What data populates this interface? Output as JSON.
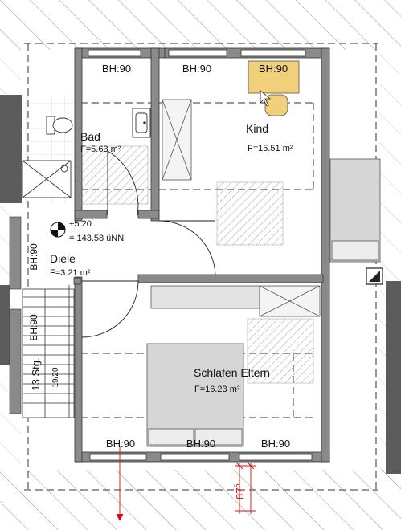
{
  "colors": {
    "wall": "#8a8a8a",
    "wall_dark": "#5c5c5c",
    "line": "#222222",
    "hatch": "#9a9a9a",
    "furniture": "#d6d6d6",
    "desk_fill": "#f2cf7a",
    "dimension_red": "#d01010",
    "background": "#ffffff"
  },
  "rooms": {
    "bad": {
      "name": "Bad",
      "area": "F=5.63 m²"
    },
    "kind": {
      "name": "Kind",
      "area": "F=15.51 m²"
    },
    "diele": {
      "name": "Diele",
      "area": "F=3.21 m²"
    },
    "schlafen": {
      "name": "Schlafen Eltern",
      "area": "F=16.23 m²"
    }
  },
  "windows": {
    "bad": "BH:90",
    "kind_left": "BH:90",
    "kind_right": "BH:90",
    "bottom_left": "BH:90",
    "bottom_mid": "BH:90",
    "bottom_right": "BH:90",
    "stair_top": "BH:90",
    "stair_mid": "BH:90"
  },
  "stairs": {
    "steps": "13 Stg.",
    "ratio": "19/20"
  },
  "level": {
    "elevation": "+5.20",
    "nn": "= 143.58 üNN"
  },
  "dimension": {
    "main": "87",
    "sup": "5"
  },
  "icons": [
    "height-marker-icon",
    "chair-icon",
    "toilet-icon",
    "sink-icon",
    "shower-icon",
    "bed-icon",
    "door-swing-icon",
    "chimney-icon"
  ]
}
